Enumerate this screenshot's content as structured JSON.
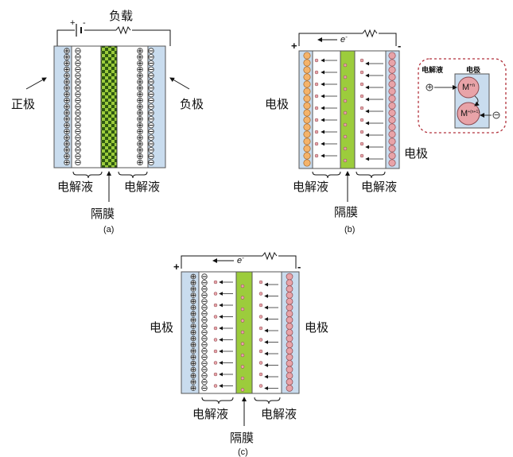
{
  "panel_a": {
    "label_load": "负载",
    "label_positive": "正极",
    "label_negative": "负极",
    "label_electrolyte_left": "电解液",
    "label_electrolyte_right": "电解液",
    "label_separator": "隔膜",
    "caption": "(a)",
    "battery_plus": "+",
    "battery_minus": "-"
  },
  "panel_b": {
    "sign_plus": "+",
    "sign_minus": "-",
    "electron": "e",
    "electron_sup": "-",
    "label_electrode_left": "电极",
    "label_electrode_right": "电极",
    "label_electrolyte_left": "电解液",
    "label_electrolyte_right": "电解液",
    "label_separator": "隔膜",
    "caption": "(b)",
    "inset": {
      "label_electrolyte": "电解液",
      "label_electrode": "电极",
      "ion_top": "M",
      "ion_top_sup": "+n",
      "ion_bottom": "M",
      "ion_bottom_sup": "+(n+1)",
      "plus_symbol": "+",
      "minus_symbol": "−"
    }
  },
  "panel_c": {
    "sign_plus": "+",
    "sign_minus": "-",
    "electron": "e",
    "electron_sup": "-",
    "label_electrode_left": "电极",
    "label_electrode_right": "电极",
    "label_electrolyte_left": "电解液",
    "label_electrolyte_right": "电解液",
    "label_separator": "隔膜",
    "caption": "(c)"
  },
  "colors": {
    "electrode_blue": "#c9dcee",
    "separator_green": "#9ccc3c",
    "separator_dark": "#2f5a12",
    "ion_pink": "#e8a3a8",
    "ion_orange": "#f4b36a",
    "inset_border": "#b2323c"
  }
}
